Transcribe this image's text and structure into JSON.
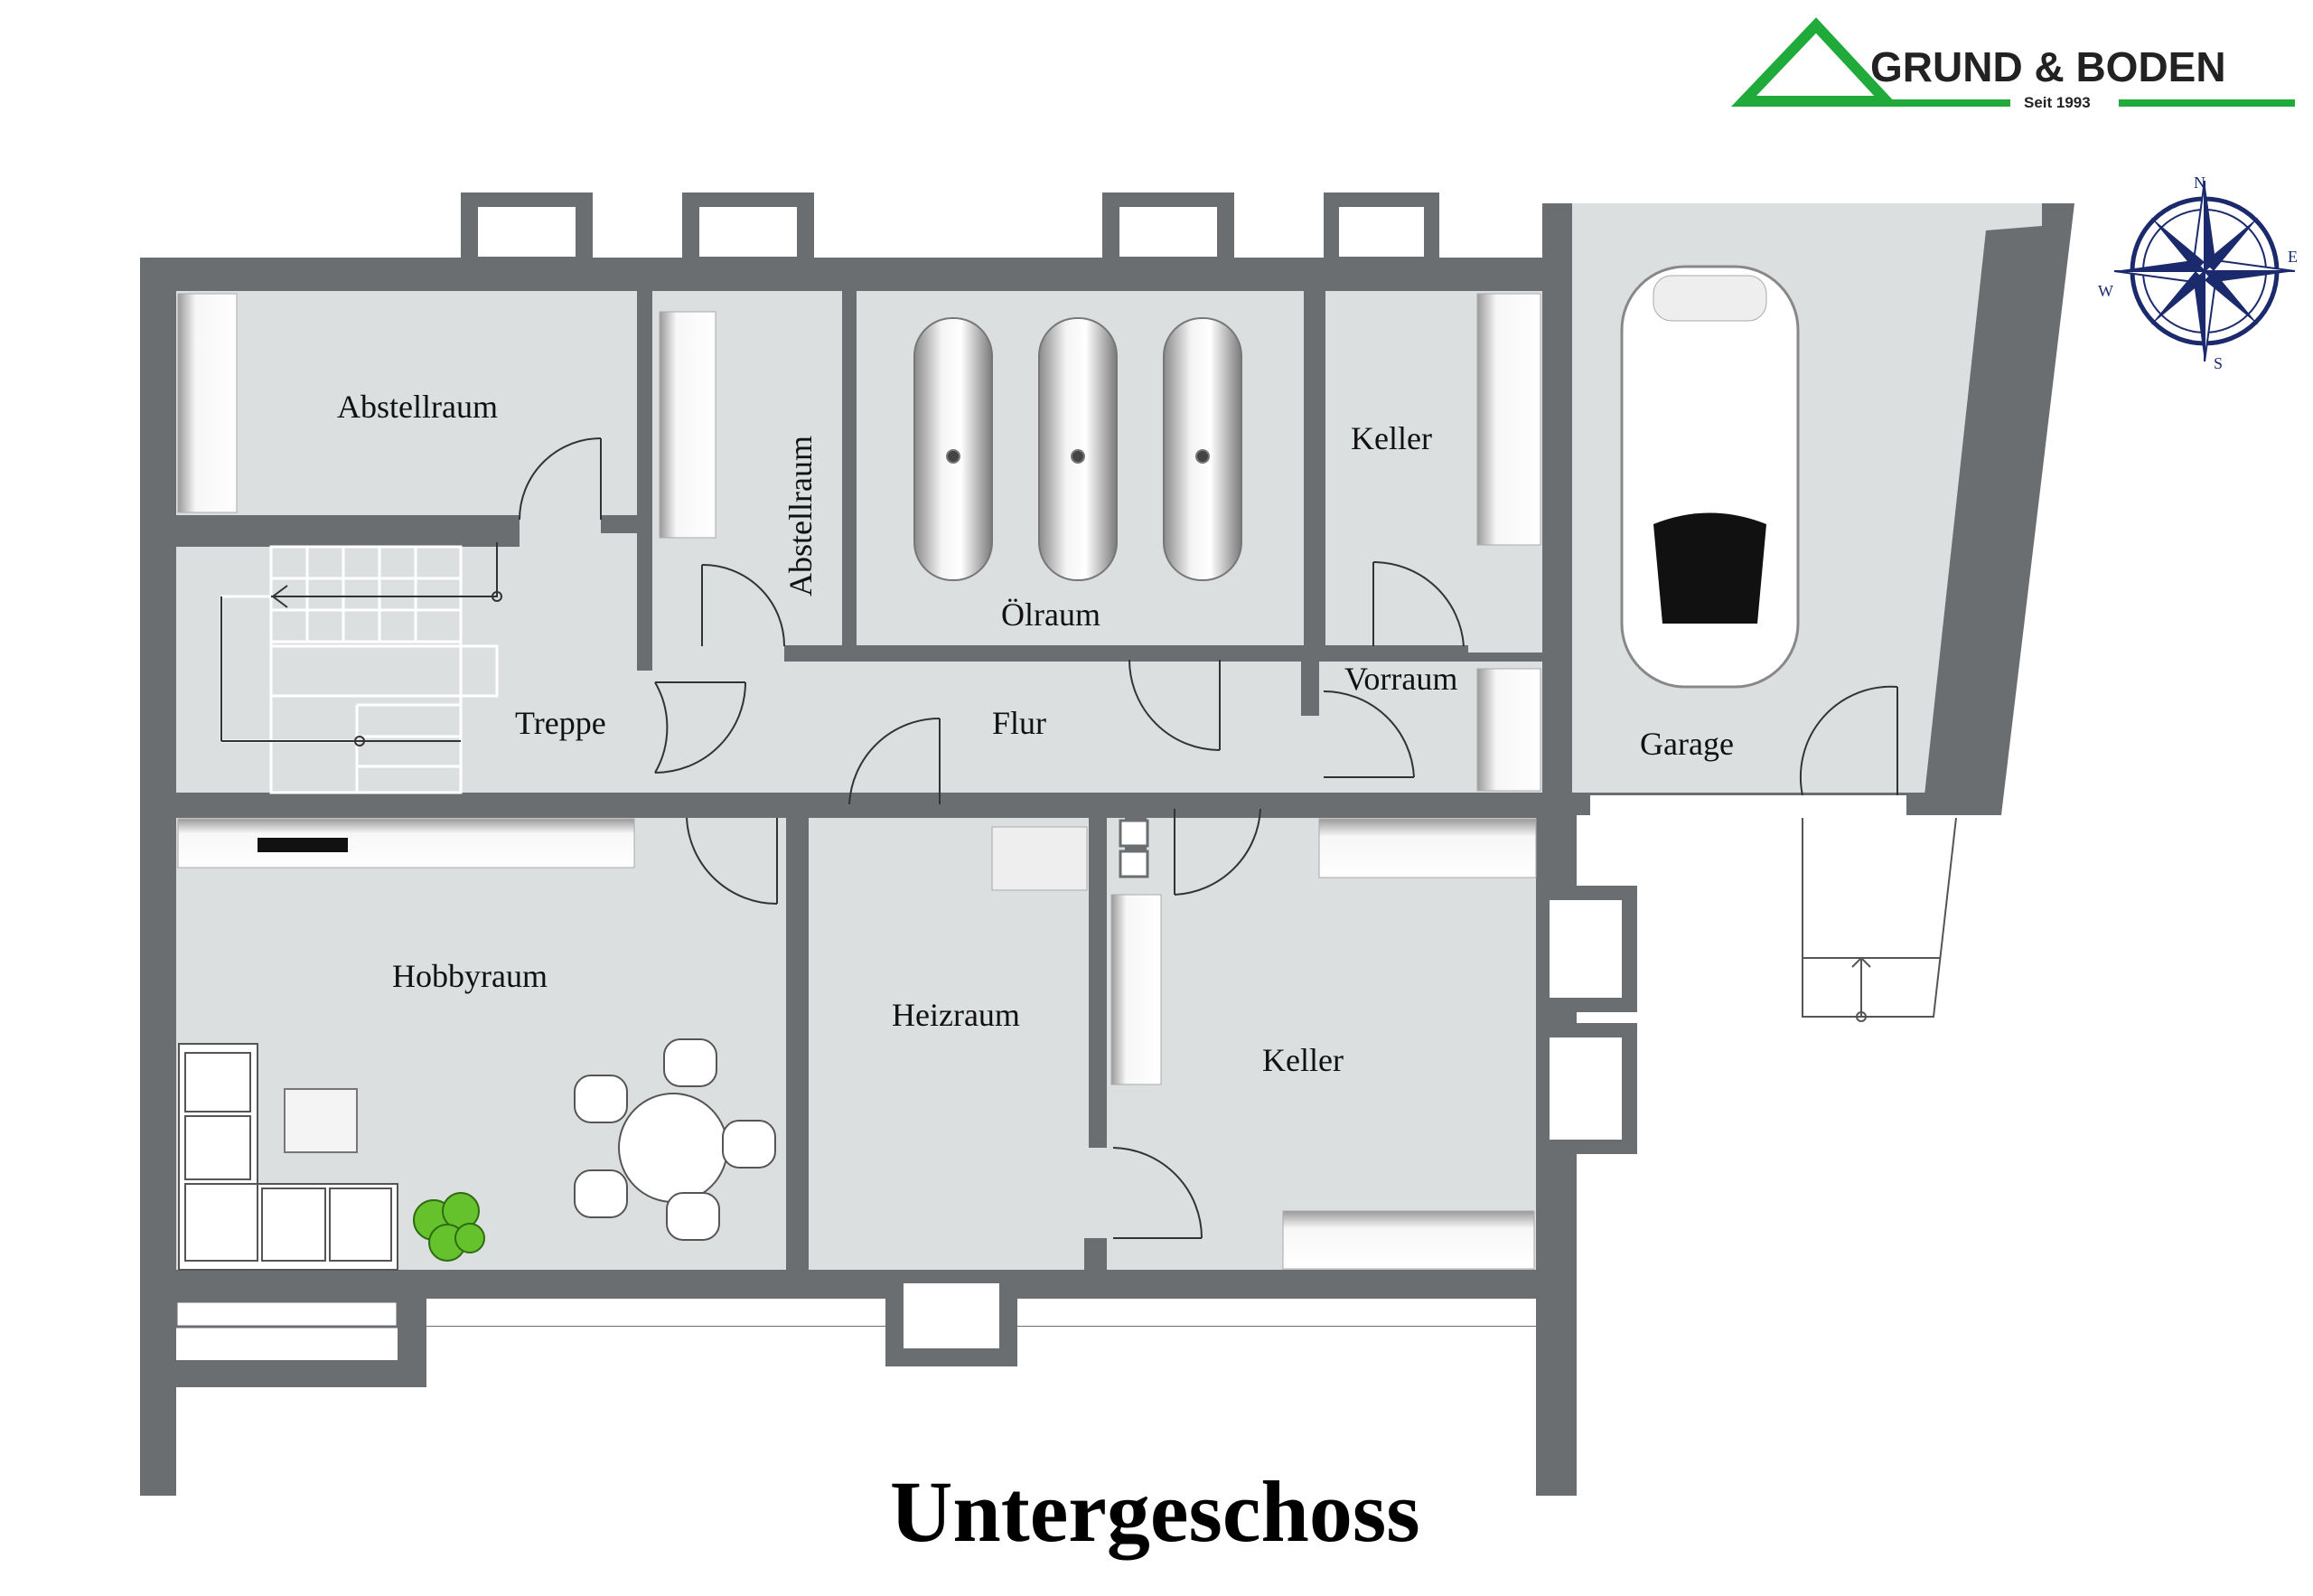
{
  "logo": {
    "name": "GRUND & BODEN",
    "since": "Seit 1993",
    "color": "#1faa3a"
  },
  "compass": {
    "n": "N",
    "e": "E",
    "s": "S",
    "w": "W",
    "color": "#1a2a6c"
  },
  "rooms": {
    "abstellraum1": "Abstellraum",
    "abstellraum2": "Abstellraum",
    "oelraum": "Ölraum",
    "keller_top": "Keller",
    "vorraum": "Vorraum",
    "garage": "Garage",
    "treppe": "Treppe",
    "flur": "Flur",
    "hobbyraum": "Hobbyraum",
    "heizraum": "Heizraum",
    "keller_bottom": "Keller"
  },
  "title": "Untergeschoss",
  "colors": {
    "wall": "#6b6e70",
    "floor": "#dcdfe0"
  }
}
